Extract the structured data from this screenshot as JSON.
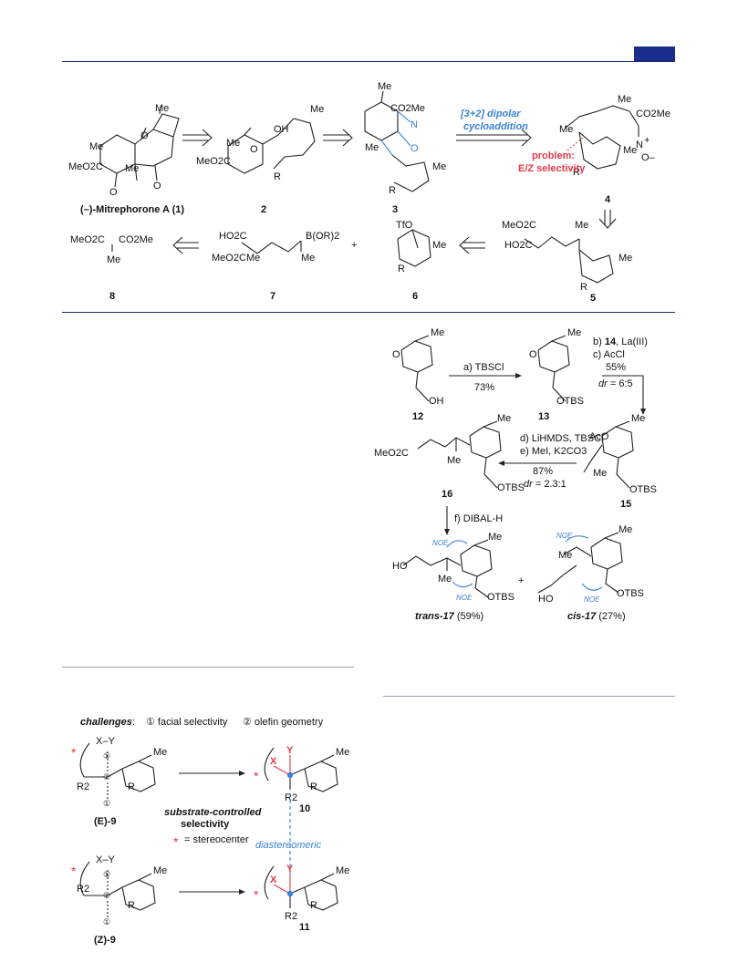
{
  "scheme1": {
    "compound_1_label": "(–)-Mitrephorone A (1)",
    "c2": "2",
    "c3": "3",
    "c4": "4",
    "c5": "5",
    "c6": "6",
    "c7": "7",
    "c8": "8",
    "dipolar_line1": "[3+2] dipolar",
    "dipolar_line2": "cycloaddition",
    "problem_line1": "problem:",
    "problem_line2": "E/Z selectivity",
    "plus": "+",
    "labels": {
      "me": "Me",
      "co2me": "CO2Me",
      "meo2c": "MeO2C",
      "ho2c": "HO2C",
      "oh": "OH",
      "o": "O",
      "r": "R",
      "n": "N",
      "tfo": "TfO",
      "bor2": "B(OR)2",
      "no": "N",
      "ominus": "O–",
      "plus_sign": "+"
    }
  },
  "scheme2": {
    "c12": "12",
    "c13": "13",
    "c14": "14",
    "c15": "15",
    "c16": "16",
    "step_a": "a) TBSCl",
    "yield_a": "73%",
    "step_b_pre": "b) ",
    "step_b_bold": "14",
    "step_b_post": ", La(III)",
    "step_c": "c) AcCl",
    "yield_bc": "55%",
    "dr_bc_label": "dr",
    "dr_bc_value": " = 6:5",
    "step_d": "d) LiHMDS, TBSCl",
    "step_e": "e) MeI, K2CO3",
    "yield_de": "87%",
    "dr_de_label": "dr",
    "dr_de_value": " = 2.3:1",
    "step_f": "f) DIBAL-H",
    "noe": "NOE",
    "trans_label": "trans-17",
    "trans_yield": " (59%)",
    "cis_label": "cis-17",
    "cis_yield": " (27%)",
    "plus": "+",
    "labels": {
      "otbs": "OTBS",
      "oh": "OH",
      "ho": "HO",
      "aco": "AcO",
      "me": "Me",
      "o": "O",
      "meo2c": "MeO2C"
    }
  },
  "scheme3": {
    "challenges_label": "challenges",
    "challenges_colon": ":",
    "facial": "① facial selectivity",
    "olefin": "② olefin geometry",
    "xy": "X–Y",
    "e9": "(E)-9",
    "z9": "(Z)-9",
    "c10": "10",
    "c11": "11",
    "substrate_line1": "substrate-controlled",
    "substrate_line2": "selectivity",
    "stereocenter": "= stereocenter",
    "diastereomeric": "diastereomeric",
    "labels": {
      "me": "Me",
      "r": "R",
      "r2": "R2",
      "x": "X",
      "y": "Y",
      "c1": "①",
      "c2": "②"
    }
  },
  "colors": {
    "rule": "#1a2a6c",
    "blue": "#3a82d6",
    "red": "#e23a4a",
    "corner": "#1a2d8c"
  }
}
